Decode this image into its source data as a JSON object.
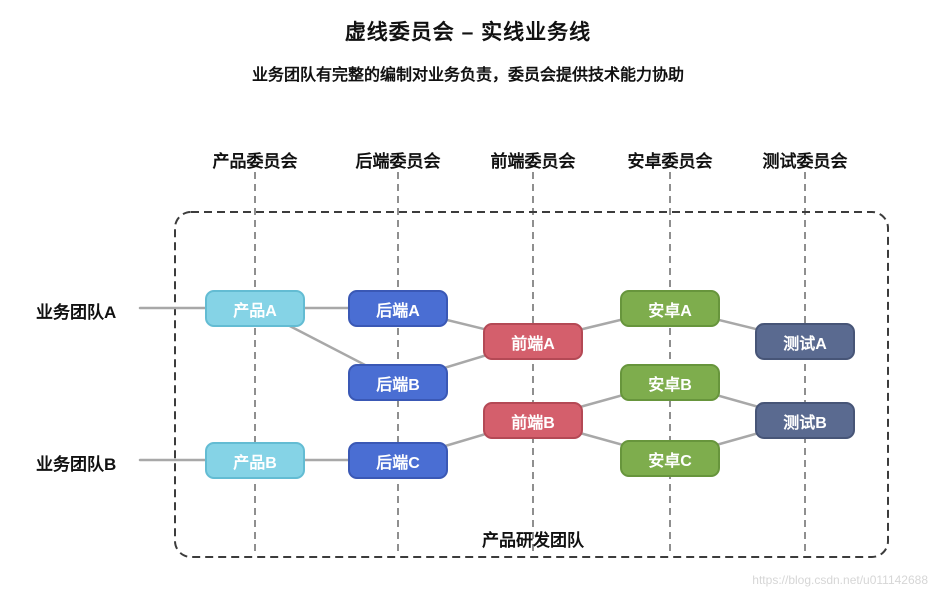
{
  "title": "虚线委员会 – 实线业务线",
  "subtitle": "业务团队有完整的编制对业务负责，委员会提供技术能力协助",
  "committees": [
    {
      "label": "产品委员会"
    },
    {
      "label": "后端委员会"
    },
    {
      "label": "前端委员会"
    },
    {
      "label": "安卓委员会"
    },
    {
      "label": "测试委员会"
    }
  ],
  "teams": [
    {
      "label": "业务团队A"
    },
    {
      "label": "业务团队B"
    }
  ],
  "nodes": [
    {
      "label": "产品A",
      "type": "product"
    },
    {
      "label": "后端A",
      "type": "backend"
    },
    {
      "label": "后端B",
      "type": "backend"
    },
    {
      "label": "前端A",
      "type": "frontend"
    },
    {
      "label": "安卓A",
      "type": "android"
    },
    {
      "label": "测试A",
      "type": "test"
    },
    {
      "label": "产品B",
      "type": "product"
    },
    {
      "label": "后端C",
      "type": "backend"
    },
    {
      "label": "前端B",
      "type": "frontend"
    },
    {
      "label": "安卓B",
      "type": "android"
    },
    {
      "label": "安卓C",
      "type": "android"
    },
    {
      "label": "测试B",
      "type": "test"
    }
  ],
  "edges": [
    {
      "from": "业务团队A",
      "to": "产品A"
    },
    {
      "from": "产品A",
      "to": "后端A"
    },
    {
      "from": "产品A",
      "to": "后端B"
    },
    {
      "from": "后端A",
      "to": "前端A"
    },
    {
      "from": "后端B",
      "to": "前端A"
    },
    {
      "from": "前端A",
      "to": "安卓A"
    },
    {
      "from": "安卓A",
      "to": "测试A"
    },
    {
      "from": "业务团队B",
      "to": "产品B"
    },
    {
      "from": "产品B",
      "to": "后端C"
    },
    {
      "from": "后端C",
      "to": "前端B"
    },
    {
      "from": "前端B",
      "to": "安卓B"
    },
    {
      "from": "前端B",
      "to": "安卓C"
    },
    {
      "from": "安卓B",
      "to": "测试B"
    },
    {
      "from": "安卓C",
      "to": "测试B"
    }
  ],
  "group_label": "产品研发团队",
  "colors": {
    "product": {
      "fill": "#85D3E6",
      "border": "#63BCD3"
    },
    "backend": {
      "fill": "#4A6ED3",
      "border": "#3A58B5"
    },
    "frontend": {
      "fill": "#D45F6C",
      "border": "#B44955"
    },
    "android": {
      "fill": "#7EAD4D",
      "border": "#67953C"
    },
    "test": {
      "fill": "#5A6A90",
      "border": "#475577"
    }
  },
  "watermark": "https://blog.csdn.net/u011142688"
}
